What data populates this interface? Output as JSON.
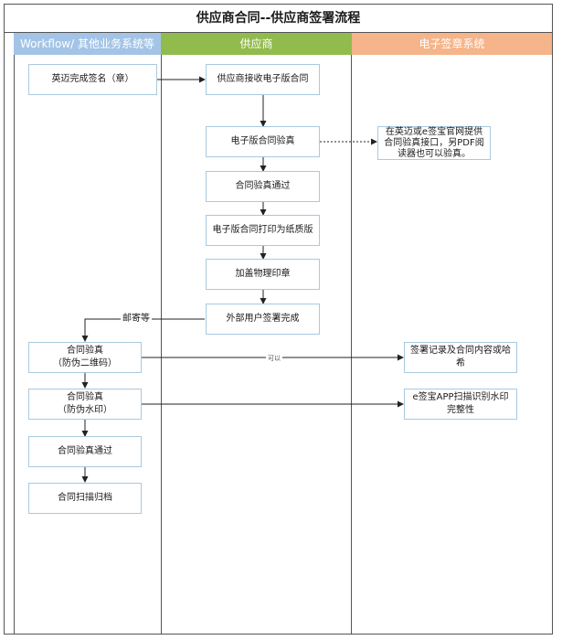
{
  "title": "供应商合同--供应商签署流程",
  "lanes": [
    {
      "label": "Workflow/ 其他业务系统等",
      "color": "#a3c4e6"
    },
    {
      "label": "供应商",
      "color": "#92bb4e"
    },
    {
      "label": "电子签章系统",
      "color": "#f5b48a"
    }
  ],
  "nodes": {
    "yingmai_sign": "英迈完成签名（章）",
    "receive_contract": "供应商接收电子版合同",
    "verify_e": "电子版合同验真",
    "verify_pass_1": "合同验真通过",
    "print_paper": "电子版合同打印为纸质版",
    "stamp": "加盖物理印章",
    "external_sign": "外部用户签署完成",
    "verify_qr": "合同验真\n（防伪二维码）",
    "verify_watermark": "合同验真\n（防伪水印）",
    "verify_pass_2": "合同验真通过",
    "scan_archive": "合同扫描归档",
    "platform_note": "在英迈或e签宝官网提供合同验真接口，另PDF阅读器也可以验真。",
    "sign_record": "签署记录及合同内容或哈希",
    "app_scan": "e签宝APP扫描识别水印完整性"
  },
  "edge_labels": {
    "mail": "邮寄等",
    "optional": "可以"
  }
}
